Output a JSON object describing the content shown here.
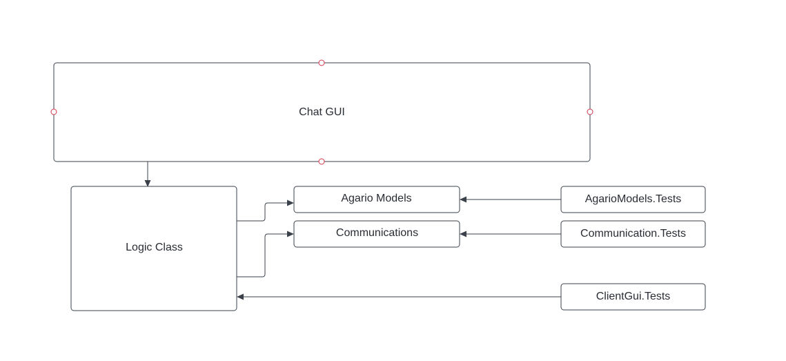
{
  "diagram": {
    "nodes": [
      {
        "id": "chat-gui",
        "label": "Chat GUI",
        "selected": true
      },
      {
        "id": "logic-class",
        "label": "Logic Class"
      },
      {
        "id": "agario-models",
        "label": "Agario Models"
      },
      {
        "id": "communications",
        "label": "Communications"
      },
      {
        "id": "agariomodels-tests",
        "label": "AgarioModels.Tests"
      },
      {
        "id": "communication-tests",
        "label": "Communication.Tests"
      },
      {
        "id": "clientgui-tests",
        "label": "ClientGui.Tests"
      }
    ],
    "edges": [
      {
        "from": "chat-gui",
        "to": "logic-class"
      },
      {
        "from": "logic-class",
        "to": "agario-models"
      },
      {
        "from": "logic-class",
        "to": "communications"
      },
      {
        "from": "agariomodels-tests",
        "to": "agario-models"
      },
      {
        "from": "communication-tests",
        "to": "communications"
      },
      {
        "from": "clientgui-tests",
        "to": "logic-class"
      }
    ]
  },
  "colors": {
    "stroke": "#3a414a",
    "text": "#282c33",
    "selection_handle": "#d0344a",
    "background": "#ffffff"
  }
}
